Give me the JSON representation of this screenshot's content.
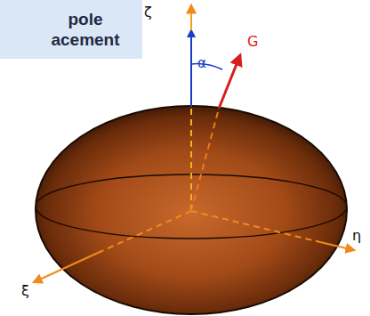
{
  "diagram": {
    "nodes": [
      {
        "text": [
          "pole acement"
        ]
      }
    ],
    "edges": [],
    "labels": [
      "ζ",
      "G",
      "α",
      "ξ",
      "η"
    ]
  }
}
